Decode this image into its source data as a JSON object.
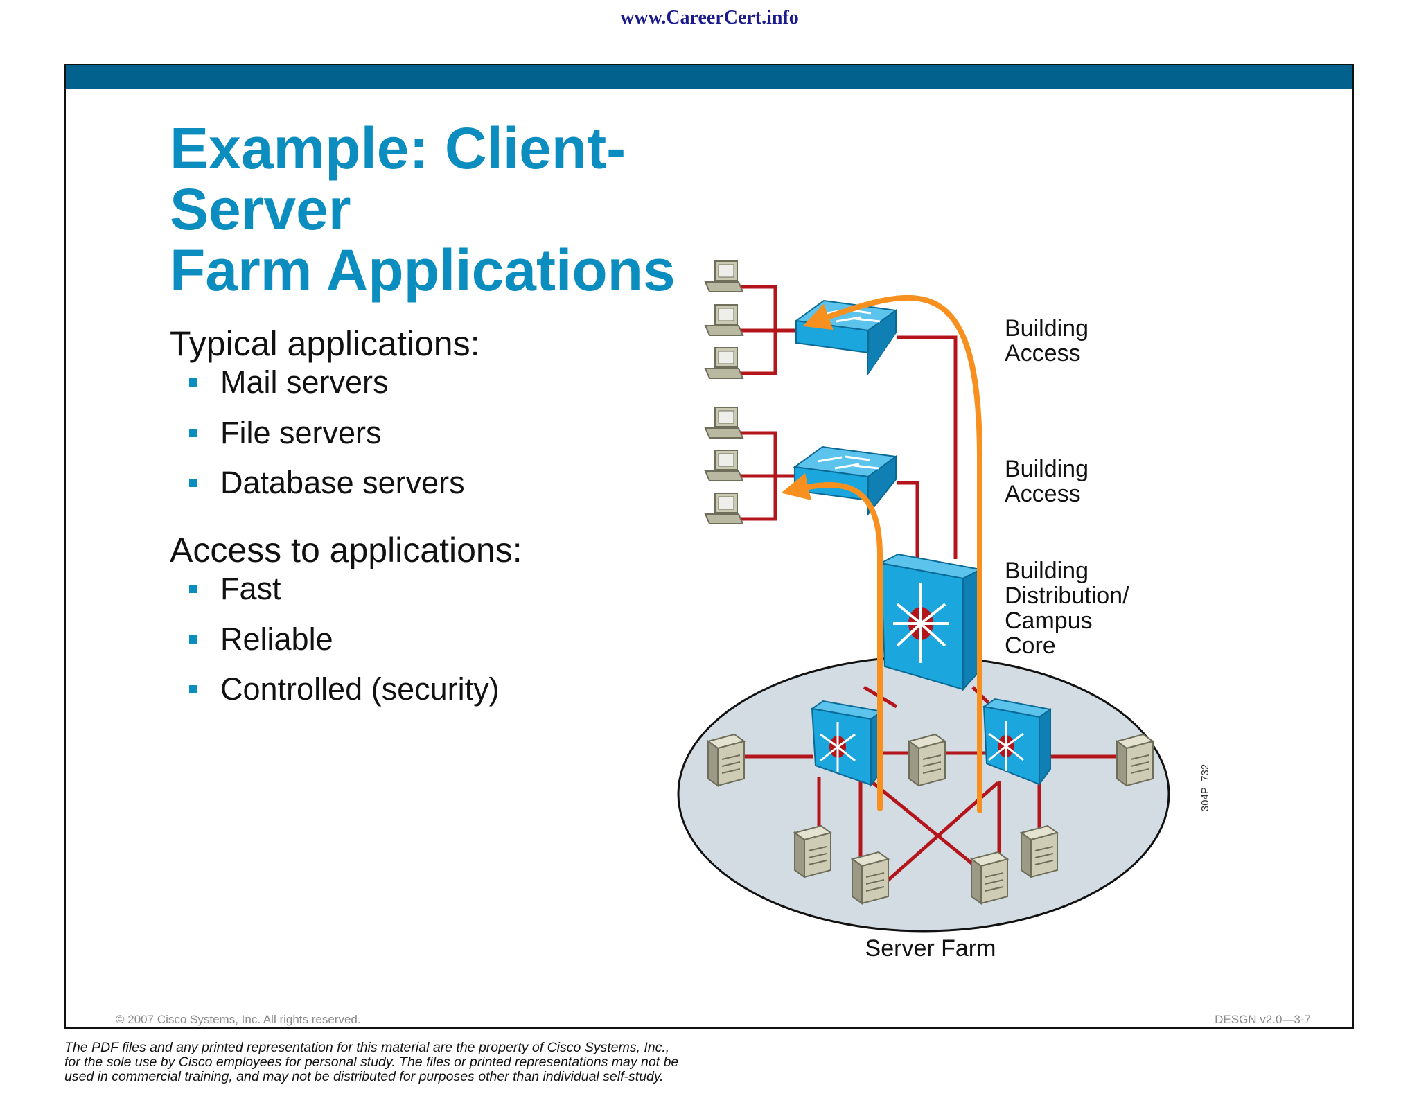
{
  "header": {
    "site_url": "www.CareerCert.info"
  },
  "slide": {
    "title_line1": "Example: Client-Server",
    "title_line2": "Farm Applications",
    "sections": [
      {
        "heading": "Typical applications:",
        "bullets": [
          "Mail servers",
          "File servers",
          "Database servers"
        ]
      },
      {
        "heading": "Access to applications:",
        "bullets": [
          "Fast",
          "Reliable",
          "Controlled (security)"
        ]
      }
    ]
  },
  "diagram": {
    "labels": {
      "building_access_1": [
        "Building",
        "Access"
      ],
      "building_access_2": [
        "Building",
        "Access"
      ],
      "distribution": [
        "Building",
        "Distribution/",
        "Campus",
        "Core"
      ],
      "server_farm": "Server Farm",
      "figure_id": "304P_732"
    },
    "colors": {
      "link": "#b3151b",
      "flow_arrow": "#f7901e",
      "switch": "#1ba6dd",
      "server_farm_area": "#d3dce3"
    }
  },
  "footer": {
    "copyright": "© 2007 Cisco Systems, Inc. All rights reserved.",
    "slide_id": "DESGN v2.0—3-7"
  },
  "disclaimer": [
    "The PDF files and any printed representation for this material are the property of Cisco Systems, Inc.,",
    "for the sole use by Cisco employees for personal study. The files or printed representations may not be",
    "used in commercial training, and may not be distributed for purposes other than individual self-study."
  ]
}
